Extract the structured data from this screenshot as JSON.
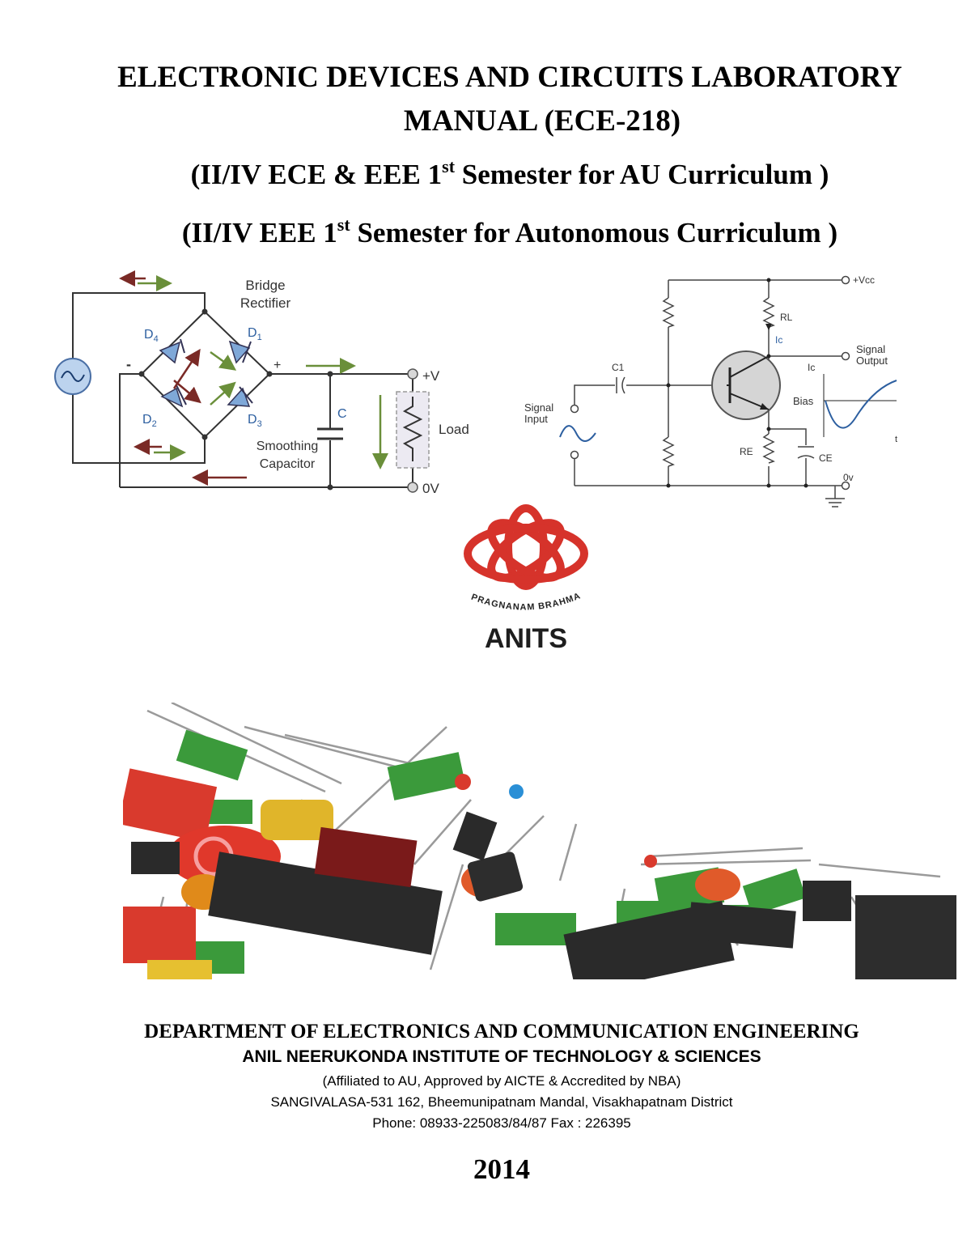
{
  "title": {
    "line1": "ELECTRONIC DEVICES AND CIRCUITS LABORATORY",
    "line2": "MANUAL (ECE-218)",
    "line3_prefix": "(II/IV ECE & EEE 1",
    "line3_sup": "st",
    "line3_suffix": " Semester for AU Curriculum )",
    "line4_prefix": "(II/IV EEE 1",
    "line4_sup": "st",
    "line4_suffix": " Semester for Autonomous Curriculum )"
  },
  "rectifier_diagram": {
    "title_line1": "Bridge",
    "title_line2": "Rectifier",
    "d1": "D",
    "d1_sub": "1",
    "d2": "D",
    "d2_sub": "2",
    "d3": "D",
    "d3_sub": "3",
    "d4": "D",
    "d4_sub": "4",
    "minus": "-",
    "plus": "+",
    "cap_label": "C",
    "cap_caption_line1": "Smoothing",
    "cap_caption_line2": "Capacitor",
    "load_label": "Load",
    "vplus": "+V",
    "zero_v": "0V"
  },
  "amplifier_diagram": {
    "vcc": "+Vcc",
    "rl": "RL",
    "ic": "Ic",
    "c1": "C1",
    "signal_output_line1": "Signal",
    "signal_output_line2": "Output",
    "signal_input_line1": "Signal",
    "signal_input_line2": "Input",
    "ic_wave": "Ic",
    "bias": "Bias",
    "t": "t",
    "re": "RE",
    "ce": "CE",
    "zero_v": "0v"
  },
  "logo": {
    "motto": "PRAGNANAM BRAHMA",
    "name": "ANITS"
  },
  "footer": {
    "department": "DEPARTMENT OF ELECTRONICS AND COMMUNICATION ENGINEERING",
    "institute": "ANIL NEERUKONDA INSTITUTE OF TECHNOLOGY & SCIENCES",
    "affiliation": "(Affiliated to AU, Approved by AICTE & Accredited by NBA)",
    "address": "SANGIVALASA-531 162, Bheemunipatnam Mandal, Visakhapatnam District",
    "phone": "Phone: 08933-225083/84/87  Fax : 226395",
    "year": "2014"
  },
  "colors": {
    "diode_blue": "#7fa8d8",
    "arrow_red": "#7a2a26",
    "arrow_green": "#6a8f3a",
    "logo_red": "#d6332b"
  }
}
